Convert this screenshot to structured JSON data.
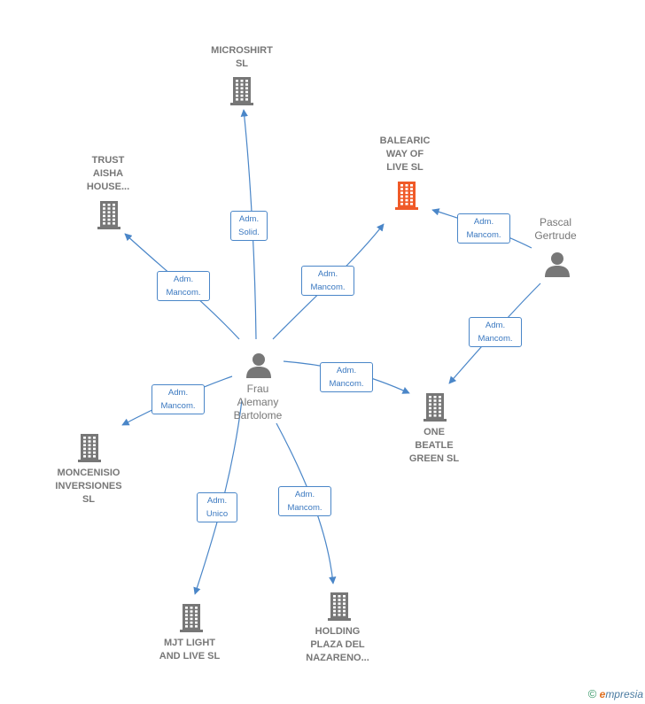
{
  "colors": {
    "node": "#777777",
    "highlight": "#f05a28",
    "edge": "#4a86c8",
    "edge_text": "#3a78c0"
  },
  "nodes": [
    {
      "id": "microshirt",
      "label": "MICROSHIRT\nSL",
      "kind": "company"
    },
    {
      "id": "balearic",
      "label": "BALEARIC\nWAY OF\nLIVE  SL",
      "kind": "company-highlight"
    },
    {
      "id": "trust",
      "label": "TRUST\nAISHA\nHOUSE...",
      "kind": "company"
    },
    {
      "id": "pascal",
      "label": "Pascal\nGertrude",
      "kind": "person"
    },
    {
      "id": "frau",
      "label": "Frau\nAlemany\nBartolome",
      "kind": "person"
    },
    {
      "id": "one",
      "label": "ONE\nBEATLE\nGREEN SL",
      "kind": "company"
    },
    {
      "id": "moncenisio",
      "label": "MONCENISIO\nINVERSIONES\nSL",
      "kind": "company"
    },
    {
      "id": "mjt",
      "label": "MJT LIGHT\nAND LIVE  SL",
      "kind": "company"
    },
    {
      "id": "holding",
      "label": "HOLDING\nPLAZA DEL\nNAZARENO...",
      "kind": "company"
    }
  ],
  "edges": [
    {
      "from": "frau",
      "to": "microshirt",
      "label": "Adm.\nSolid."
    },
    {
      "from": "frau",
      "to": "trust",
      "label": "Adm.\nMancom."
    },
    {
      "from": "frau",
      "to": "balearic",
      "label": "Adm.\nMancom."
    },
    {
      "from": "pascal",
      "to": "balearic",
      "label": "Adm.\nMancom."
    },
    {
      "from": "pascal",
      "to": "one",
      "label": "Adm.\nMancom."
    },
    {
      "from": "frau",
      "to": "one",
      "label": "Adm.\nMancom."
    },
    {
      "from": "frau",
      "to": "moncenisio",
      "label": "Adm.\nMancom."
    },
    {
      "from": "frau",
      "to": "mjt",
      "label": "Adm.\nUnico"
    },
    {
      "from": "frau",
      "to": "holding",
      "label": "Adm.\nMancom."
    }
  ],
  "footer": {
    "copyright": "©",
    "brand_initial": "e",
    "brand_rest": "mpresia"
  }
}
